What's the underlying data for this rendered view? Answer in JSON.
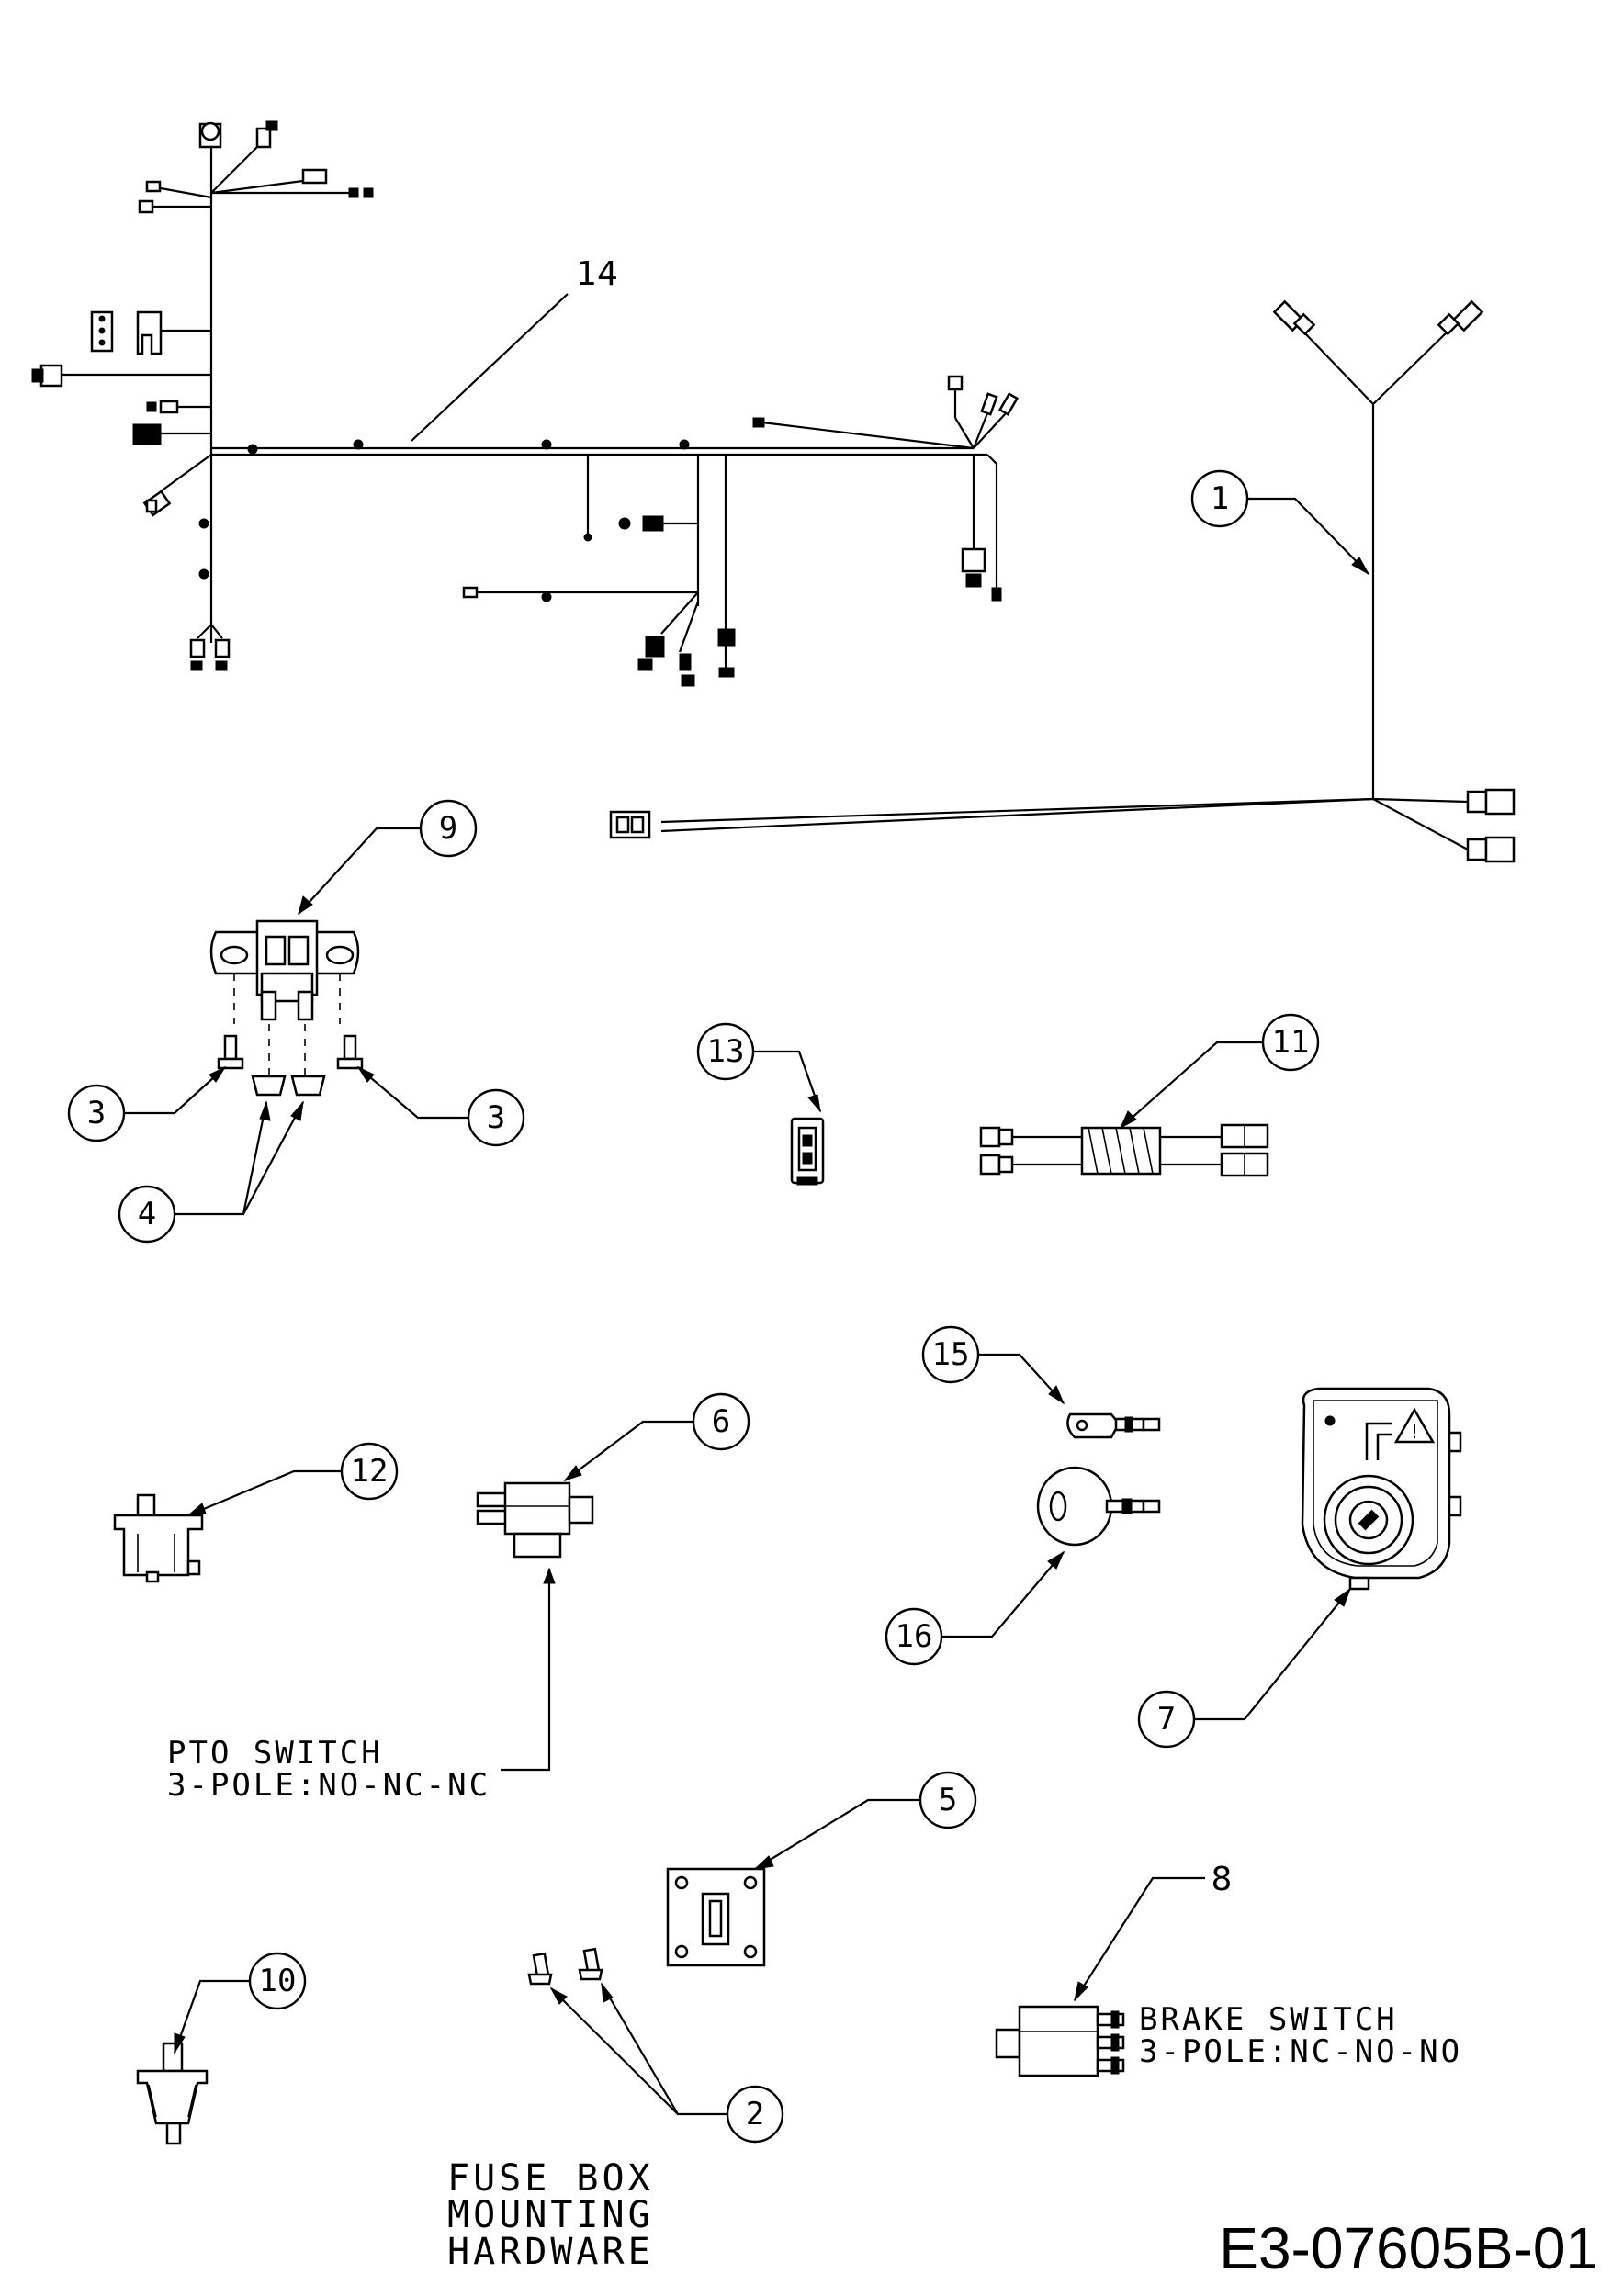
{
  "callouts": [
    "1",
    "2",
    "3",
    "3",
    "4",
    "5",
    "6",
    "7",
    "8",
    "9",
    "10",
    "11",
    "12",
    "13",
    "14",
    "15",
    "16"
  ],
  "labels": {
    "pto_line1": "PTO SWITCH",
    "pto_line2": "3-POLE:NO-NC-NC",
    "brake_line1": "BRAKE SWITCH",
    "brake_line2": "3-POLE:NC-NO-NO",
    "fuse_line1": "FUSE BOX",
    "fuse_line2": "MOUNTING",
    "fuse_line3": "HARDWARE"
  },
  "drawing_id": "E3-07605B-01"
}
